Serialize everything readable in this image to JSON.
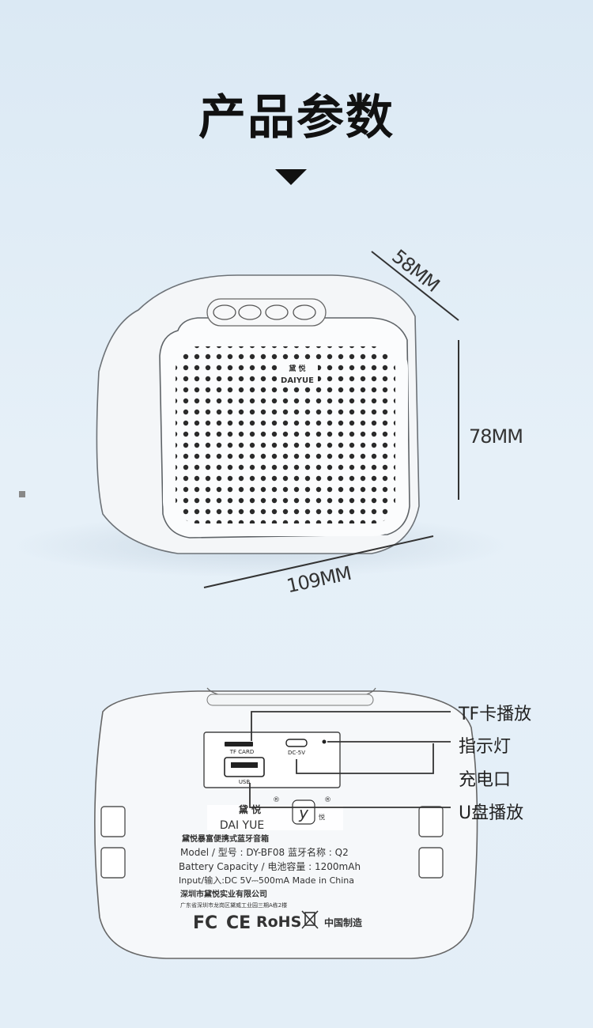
{
  "header": {
    "title": "产品参数"
  },
  "dimensions": {
    "depth": "58MM",
    "height": "78MM",
    "width": "109MM"
  },
  "front_speaker": {
    "brand_cn": "黛 悦",
    "brand_en": "DAIYUE"
  },
  "rear_panel": {
    "tf_card": "TF CARD",
    "usb": "USB",
    "dc_port": "DC-5V",
    "brand_cn": "黛 悦",
    "brand_en": "DAI YUE",
    "registered": "®",
    "logo_glyph": "y",
    "logo_cn": "悦",
    "label_lines": [
      "黛悦暴富便携式蓝牙音箱",
      "Model / 型号 : DY-BF08  蓝牙名称 : Q2",
      "Battery  Capacity / 电池容量 : 1200mAh",
      "Input/输入:DC 5V⎓500mA   Made in China",
      "深圳市黛悦实业有限公司",
      "广东省深圳市龙岗区黛威工业园三期A栋2楼"
    ],
    "certifications": {
      "fc": "FC",
      "ce": "CE",
      "rohs": "RoHS",
      "made_in": "中国制造"
    }
  },
  "callouts": {
    "tf_play": "TF卡播放",
    "indicator": "指示灯",
    "charge_port": "充电口",
    "usb_play": "U盘播放"
  }
}
